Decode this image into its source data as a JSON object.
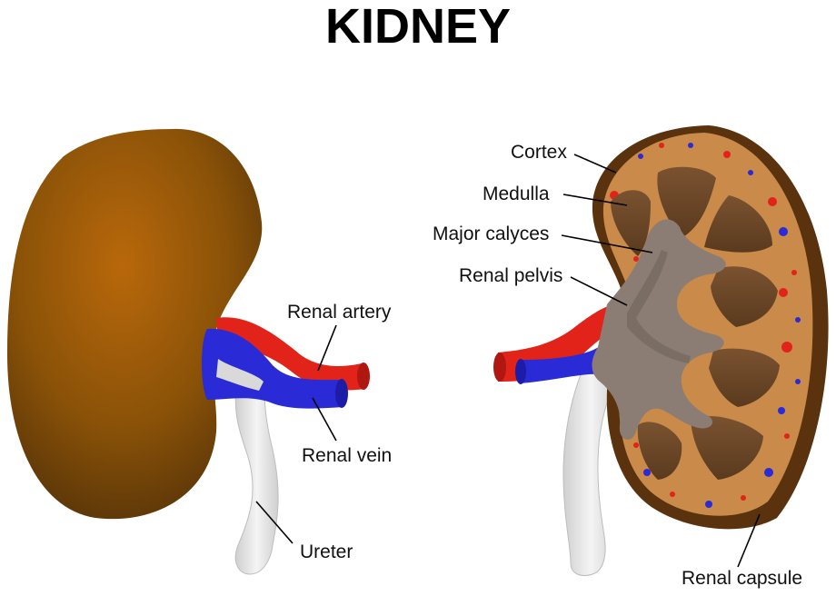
{
  "title": "KIDNEY",
  "labels": {
    "renal_artery": "Renal artery",
    "renal_vein": "Renal vein",
    "ureter": "Ureter",
    "cortex": "Cortex",
    "medulla": "Medulla",
    "major_calyces": "Major calyces",
    "renal_pelvis": "Renal pelvis",
    "renal_capsule": "Renal capsule"
  },
  "colors": {
    "kidney_surface": "#8a5208",
    "cortex": "#c98a4a",
    "medulla_pyramid": "#6e4a2a",
    "calyx": "#8b7d74",
    "artery": "#e2231a",
    "vein": "#2a2ad6",
    "ureter": "#e2e2e2",
    "capsule": "#5a320e"
  }
}
